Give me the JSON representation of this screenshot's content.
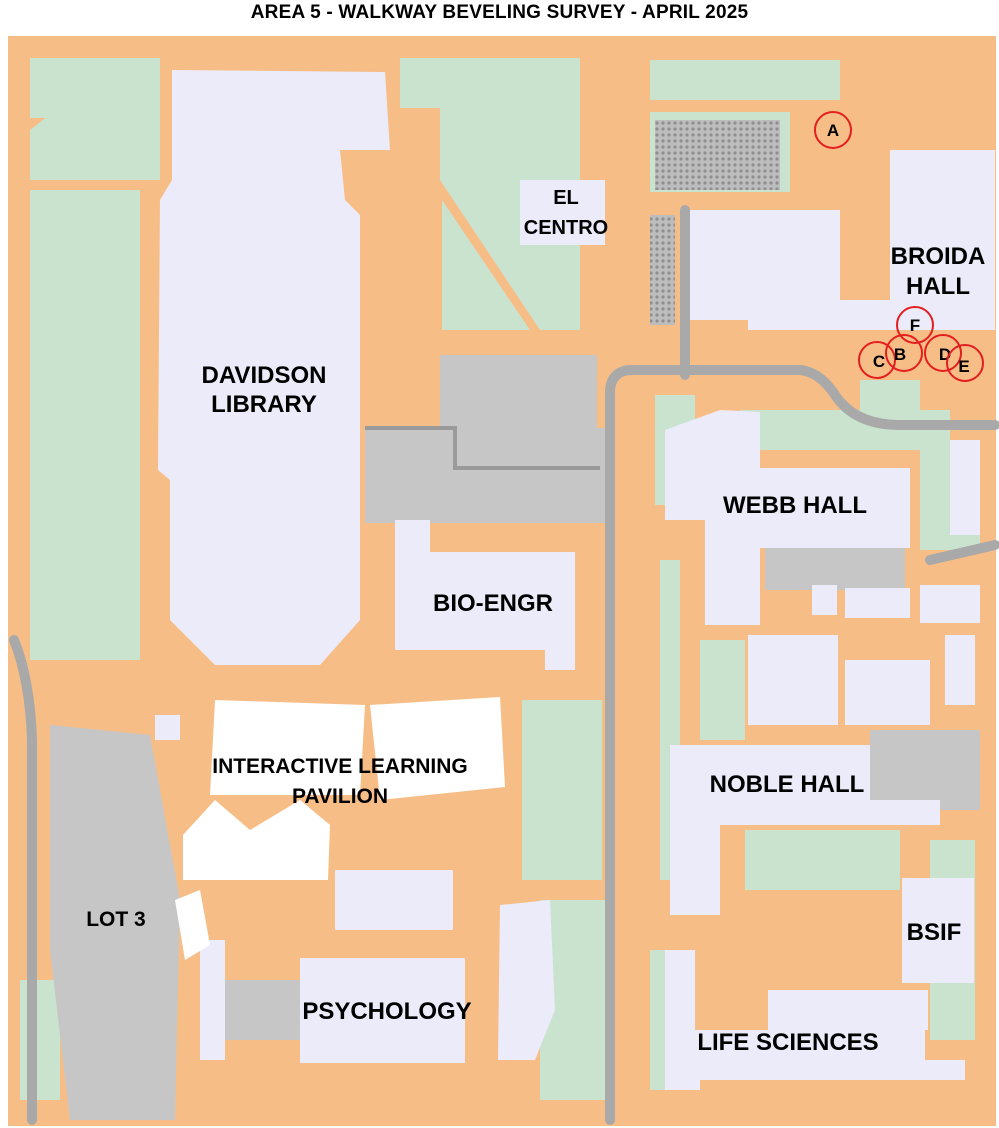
{
  "map": {
    "title": "AREA 5 - WALKWAY BEVELING SURVEY - APRIL 2025",
    "colors": {
      "walkway": "#f6be86",
      "lawn": "#c9e3cf",
      "building": "#ecebfa",
      "pavilion": "#ffffff",
      "parking": "#c6c6c6",
      "road": "#a9a9a9",
      "marker": "#e41e1e"
    },
    "buildings": {
      "el_centro_line1": "EL",
      "el_centro_line2": "CENTRO",
      "broida_line1": "BROIDA",
      "broida_line2": "HALL",
      "davidson_line1": "DAVIDSON",
      "davidson_line2": "LIBRARY",
      "webb": "WEBB HALL",
      "bio_engr": "BIO-ENGR",
      "ilp_line1": "INTERACTIVE LEARNING",
      "ilp_line2": "PAVILION",
      "noble": "NOBLE HALL",
      "lot3": "LOT 3",
      "bsif": "BSIF",
      "psychology": "PSYCHOLOGY",
      "life_sciences": "LIFE SCIENCES"
    },
    "markers": [
      "A",
      "B",
      "C",
      "D",
      "E",
      "F"
    ]
  }
}
